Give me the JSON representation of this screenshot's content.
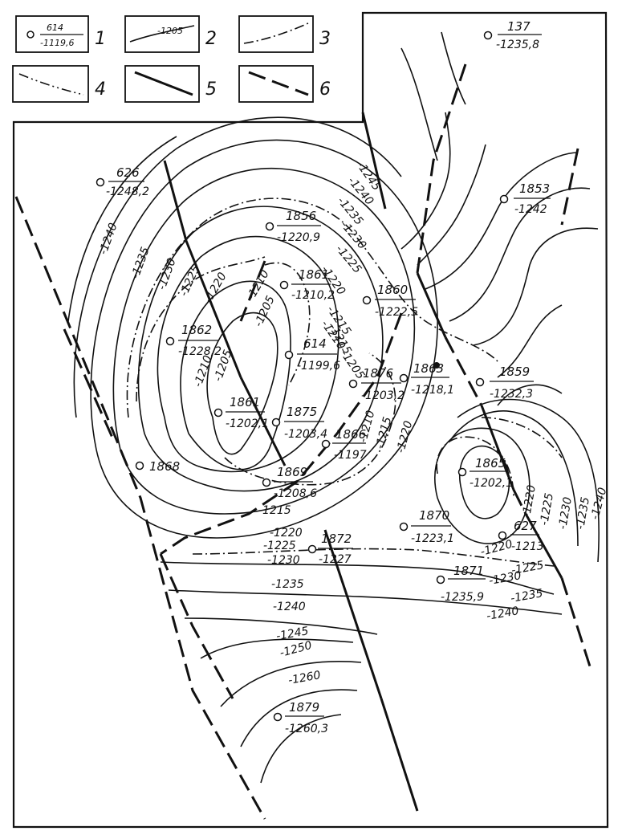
{
  "legend": [
    {
      "key": "1",
      "sample_top": "614",
      "sample_bottom": "-1119,6"
    },
    {
      "key": "2",
      "sample_value": "-1205"
    },
    {
      "key": "3"
    },
    {
      "key": "4"
    },
    {
      "key": "5"
    },
    {
      "key": "6"
    }
  ],
  "wells": [
    {
      "id": "626",
      "value": "-1248,2"
    },
    {
      "id": "137",
      "value": "-1235,8"
    },
    {
      "id": "1853",
      "value": "-1242"
    },
    {
      "id": "1856",
      "value": "-1220,9"
    },
    {
      "id": "1861",
      "value": "-1210,2"
    },
    {
      "id": "1860",
      "value": "-1222,5"
    },
    {
      "id": "1862",
      "value": "-1228,2"
    },
    {
      "id": "614",
      "value": "-1199,6"
    },
    {
      "id": "1876",
      "value": "-1203,2"
    },
    {
      "id": "1863",
      "value": "-1218,1"
    },
    {
      "id": "1859",
      "value": "-1232,3"
    },
    {
      "id": "1861",
      "value": "-1202,1"
    },
    {
      "id": "1875",
      "value": "-1203,4"
    },
    {
      "id": "1866",
      "value": "-1197"
    },
    {
      "id": "1868",
      "value": ""
    },
    {
      "id": "1869",
      "value": "-1208,6"
    },
    {
      "id": "1865",
      "value": "-1202,1"
    },
    {
      "id": "1870",
      "value": "-1223,1"
    },
    {
      "id": "627",
      "value": "-1213"
    },
    {
      "id": "1872",
      "value": "-1227"
    },
    {
      "id": "1871",
      "value": "-1235,9"
    },
    {
      "id": "1879",
      "value": "-1260,3"
    }
  ],
  "isolines": [
    "-1245",
    "-1240",
    "-1235",
    "-1230",
    "-1225",
    "-1220",
    "-1215",
    "-1210",
    "-1205",
    "-1240",
    "-1235",
    "-1230",
    "-1225",
    "-1220",
    "-1210",
    "-1205",
    "-1210",
    "-1205",
    "-1215",
    "-1210",
    "-1215",
    "-1220",
    "-1220",
    "-1225",
    "-1230",
    "-1235",
    "-1240",
    "-1245",
    "-1250",
    "-1260",
    "-1220",
    "-1225",
    "-1230",
    "-1235",
    "-1240",
    "-1220",
    "-1225",
    "-1230",
    "-1235",
    "-1240",
    "-1215"
  ]
}
